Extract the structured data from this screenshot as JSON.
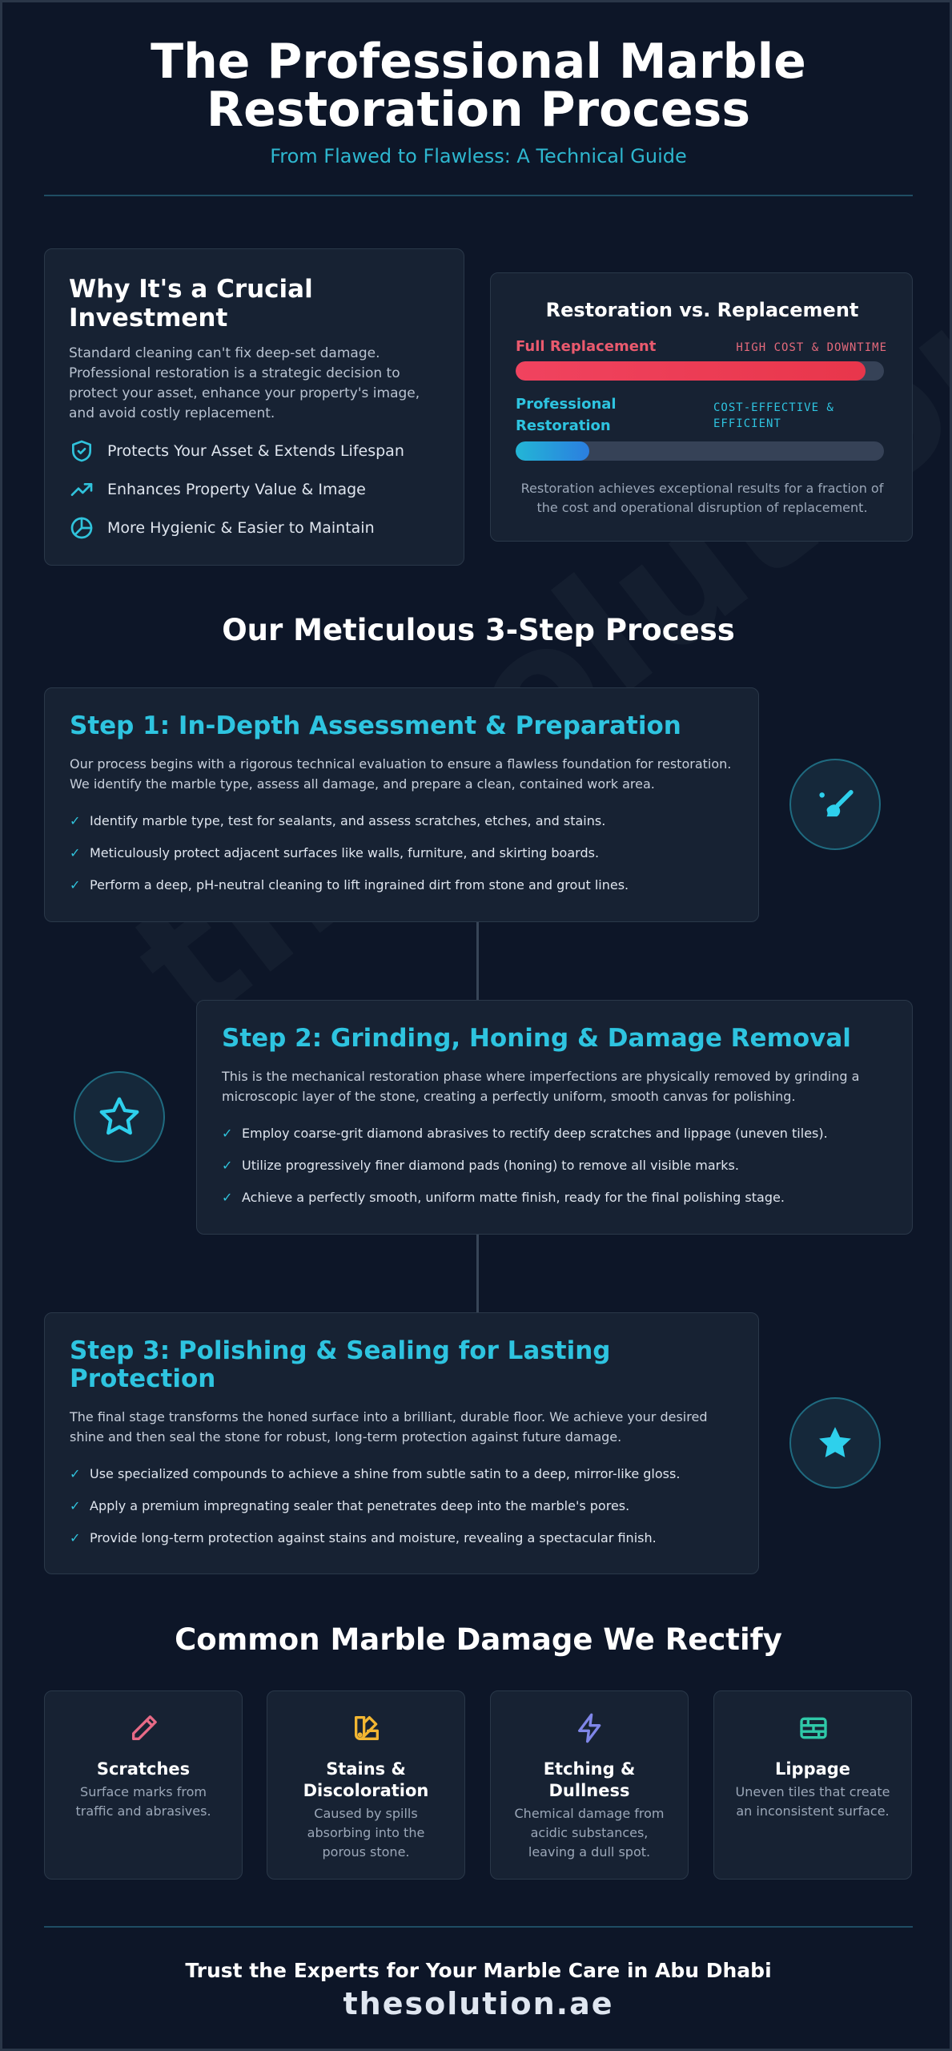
{
  "header": {
    "title_line1": "The Professional Marble",
    "title_line2": "Restoration Process",
    "subtitle": "From Flawed to Flawless: A Technical Guide"
  },
  "watermark": "thesolution.ae",
  "investment": {
    "title_line1": "Why It's a Crucial",
    "title_line2": "Investment",
    "description": "Standard cleaning can't fix deep-set damage. Professional restoration is a strategic decision to protect your asset, enhance your property's image, and avoid costly replacement.",
    "benefits": [
      {
        "icon": "shield-check-icon",
        "label": "Protects Your Asset & Extends Lifespan"
      },
      {
        "icon": "trending-up-icon",
        "label": "Enhances Property Value & Image"
      },
      {
        "icon": "pie-chart-icon",
        "label": "More Hygienic & Easier to Maintain"
      }
    ]
  },
  "comparison": {
    "title": "Restoration vs. Replacement",
    "replacement": {
      "label": "Full Replacement",
      "tag": "HIGH COST & DOWNTIME",
      "level": 0.95,
      "color": "#e8364b"
    },
    "restoration": {
      "label_line1": "Professional",
      "label_line2": "Restoration",
      "tag_line1": "COST-EFFECTIVE &",
      "tag_line2": "EFFICIENT",
      "level": 0.2,
      "color": "#2b7ee0"
    },
    "note_line1": "Restoration achieves exceptional results for a fraction of",
    "note_line2": "the cost and operational disruption of replacement."
  },
  "process": {
    "title": "Our Meticulous 3-Step Process",
    "steps": [
      {
        "title": "Step 1: In-Depth Assessment & Preparation",
        "desc_line1": "Our process begins with a rigorous technical evaluation to ensure a flawless foundation for restoration.",
        "desc_line2": "We identify the marble type, assess all damage, and prepare a clean, contained work area.",
        "items": [
          "Identify marble type, test for sealants, and assess scratches, etches, and stains.",
          "Meticulously protect adjacent surfaces like walls, furniture, and skirting boards.",
          "Perform a deep, pH-neutral cleaning to lift ingrained dirt from stone and grout lines."
        ],
        "icon": "cleaning-brush-icon"
      },
      {
        "title": "Step 2: Grinding, Honing & Damage Removal",
        "desc_line1": "This is the mechanical restoration phase where imperfections are physically removed by grinding a",
        "desc_line2": "microscopic layer of the stone, creating a perfectly uniform, smooth canvas for polishing.",
        "items": [
          "Employ coarse-grit diamond abrasives to rectify deep scratches and lippage (uneven tiles).",
          "Utilize progressively finer diamond pads (honing) to remove all visible marks.",
          "Achieve a perfectly smooth, uniform matte finish, ready for the final polishing stage."
        ],
        "icon": "star-outline-icon"
      },
      {
        "title_line1": "Step 3: Polishing & Sealing for Lasting",
        "title_line2": "Protection",
        "desc_line1": "The final stage transforms the honed surface into a brilliant, durable floor. We achieve your desired",
        "desc_line2": "shine and then seal the stone for robust, long-term protection against future damage.",
        "items": [
          "Use specialized compounds to achieve a shine from subtle satin to a deep, mirror-like gloss.",
          "Apply a premium impregnating sealer that penetrates deep into the marble's pores.",
          "Provide long-term protection against stains and moisture, revealing a spectacular finish."
        ],
        "icon": "star-filled-icon"
      }
    ]
  },
  "damage": {
    "title": "Common Marble Damage We Rectify",
    "cards": [
      {
        "icon": "pencil-icon",
        "color": "#e76a86",
        "title_lines": [
          "Scratches"
        ],
        "desc_lines": [
          "Surface marks from",
          "traffic and abrasives."
        ]
      },
      {
        "icon": "swatch-icon",
        "color": "#f2b632",
        "title_lines": [
          "Stains &",
          "Discoloration"
        ],
        "desc_lines": [
          "Caused by spills",
          "absorbing into the",
          "porous stone."
        ]
      },
      {
        "icon": "lightning-icon",
        "color": "#7f86e8",
        "title_lines": [
          "Etching &",
          "Dullness"
        ],
        "desc_lines": [
          "Chemical damage from",
          "acidic substances,",
          "leaving a dull spot."
        ]
      },
      {
        "icon": "tiles-icon",
        "color": "#2fc8a8",
        "title_lines": [
          "Lippage"
        ],
        "desc_lines": [
          "Uneven tiles that create",
          "an inconsistent surface."
        ]
      }
    ]
  },
  "footer": {
    "tagline": "Trust the Experts for Your Marble Care in Abu Dhabi",
    "site": "thesolution.ae"
  }
}
